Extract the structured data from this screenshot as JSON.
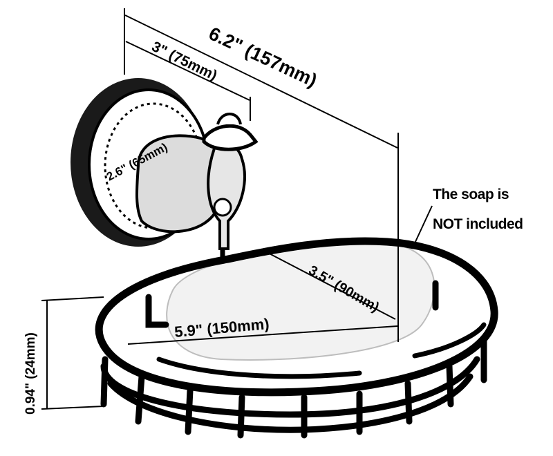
{
  "dimensions": {
    "total_width": "6.2\" (157mm)",
    "mount_width": "3\" (75mm)",
    "mount_diameter": "2.6\" (65mm)",
    "tray_length": "5.9\" (150mm)",
    "tray_depth": "3.5\" (90mm)",
    "tray_height": "0.94\" (24mm)"
  },
  "note": {
    "line1": "The soap is",
    "line2": "NOT included"
  },
  "colors": {
    "ink": "#000000",
    "soap_fill": "#f2f2f2",
    "metal_fill": "#dcdcdc",
    "paper": "#ffffff"
  }
}
